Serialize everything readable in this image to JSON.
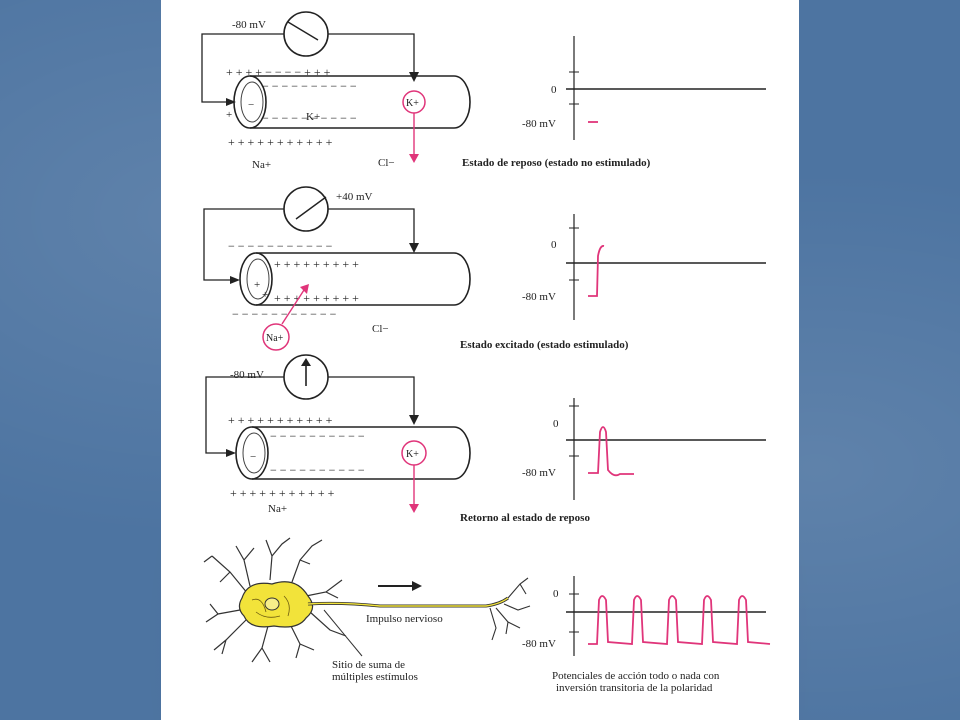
{
  "colors": {
    "axis": "#222222",
    "potential": "#e0357a",
    "neuron": "#f2e33a",
    "arrow": "#e0357a"
  },
  "panels": [
    {
      "meter": "-80 mV",
      "ion_inside": "K+",
      "ion_pink": "K+",
      "na": "Na+",
      "cl": "Cl−",
      "graph_zero": "0",
      "graph_low": "-80 mV",
      "caption": "Estado de reposo (estado no estimulado)"
    },
    {
      "meter": "+40 mV",
      "ion_pink": "Na+",
      "cl": "Cl−",
      "graph_zero": "0",
      "graph_low": "-80 mV",
      "caption": "Estado excitado (estado estimulado)"
    },
    {
      "meter": "-80 mV",
      "ion_pink": "K+",
      "na": "Na+",
      "graph_zero": "0",
      "graph_low": "-80 mV",
      "caption": "Retorno al estado de reposo"
    }
  ],
  "neuron": {
    "impulse": "Impulso nervioso",
    "summation_line1": "Sitio de suma de",
    "summation_line2": "múltiples estímulos",
    "graph_zero": "0",
    "graph_low": "-80 mV",
    "caption_line1": "Potenciales de acción todo o nada con",
    "caption_line2": "inversión transitoria de la polaridad"
  }
}
